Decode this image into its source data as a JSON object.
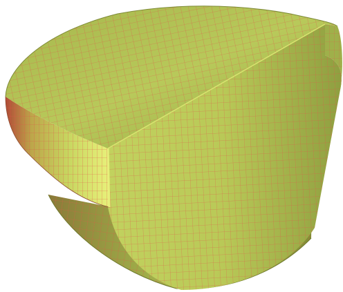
{
  "colors": {
    "background": "#ffffff",
    "mesh_line": "#e0584a",
    "surface_light": "#c9d86a",
    "surface_mid": "#a9bc4a",
    "surface_dark": "#6f7a2e",
    "edge_highlight": "#e6ef7a"
  },
  "model": {
    "subject": "meshed-3d-solid",
    "parts": [
      "top-disk-slab",
      "lower-bowl"
    ]
  }
}
